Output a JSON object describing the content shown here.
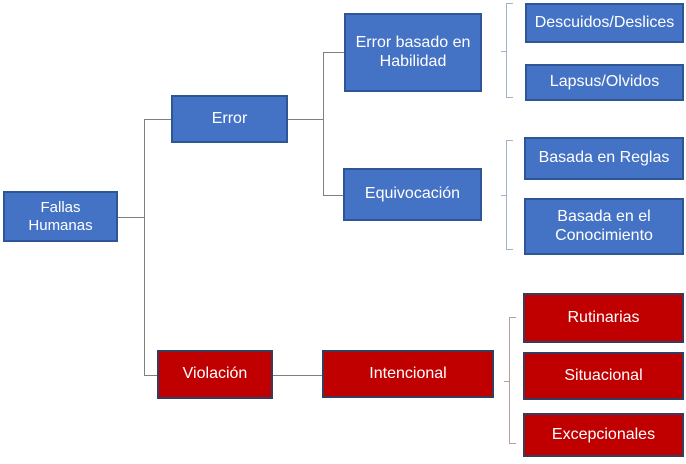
{
  "diagram": {
    "type": "tree-flowchart",
    "language": "es",
    "nodes": {
      "fallas_humanas": "Fallas Humanas",
      "error": "Error",
      "error_habilidad": "Error basado en Habilidad",
      "descuidos": "Descuidos/Deslices",
      "lapsus": "Lapsus/Olvidos",
      "equivocacion": "Equivocación",
      "basada_reglas": "Basada en Reglas",
      "basada_conocimiento": "Basada en el Conocimiento",
      "violacion": "Violación",
      "intencional": "Intencional",
      "rutinarias": "Rutinarias",
      "situacional": "Situacional",
      "excepcionales": "Excepcionales"
    },
    "hierarchy": {
      "Fallas Humanas": {
        "Error": {
          "Error basado en Habilidad": [
            "Descuidos/Deslices",
            "Lapsus/Olvidos"
          ],
          "Equivocación": [
            "Basada en Reglas",
            "Basada en el Conocimiento"
          ]
        },
        "Violación": {
          "Intencional": [
            "Rutinarias",
            "Situacional",
            "Excepcionales"
          ]
        }
      }
    },
    "colors": {
      "blue_fill": "#4472C4",
      "blue_border": "#2E5596",
      "red_fill": "#C00000",
      "red_border": "#373C5F",
      "connector": "#7F7F7F",
      "bracket_blue": "#9FB1C4",
      "bracket_red": "#BE9B9D",
      "text": "#FFFFFF",
      "background": "#FFFFFF"
    }
  }
}
